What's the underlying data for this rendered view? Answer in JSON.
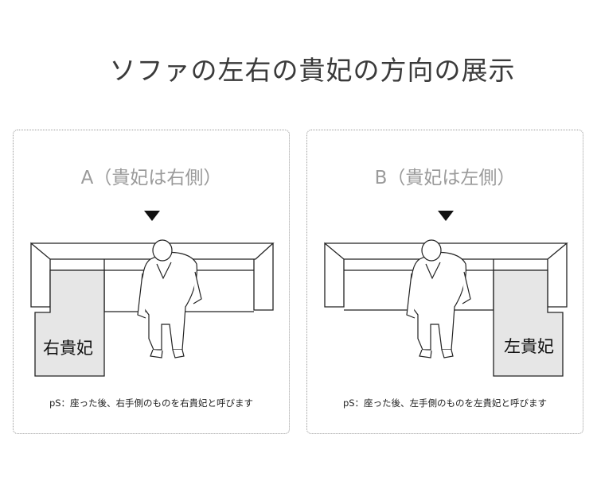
{
  "title": "ソファの左右の貴妃の方向の展示",
  "panels": [
    {
      "heading": "A（貴妃は右側）",
      "chaise_label": "右貴妃",
      "note": "pS：座った後、右手側のものを右貴妃と呼びます"
    },
    {
      "heading": "B（貴妃は左側）",
      "chaise_label": "左貴妃",
      "note": "pS：座った後、左手側のものを左貴妃と呼びます"
    }
  ],
  "colors": {
    "chaise_fill": "#e6e6e6",
    "heading": "#9a9a9a",
    "border": "#9a9a9a",
    "arrow": "#111111"
  },
  "icons": {
    "arrow": "arrow-down-icon",
    "person": "person-icon"
  }
}
